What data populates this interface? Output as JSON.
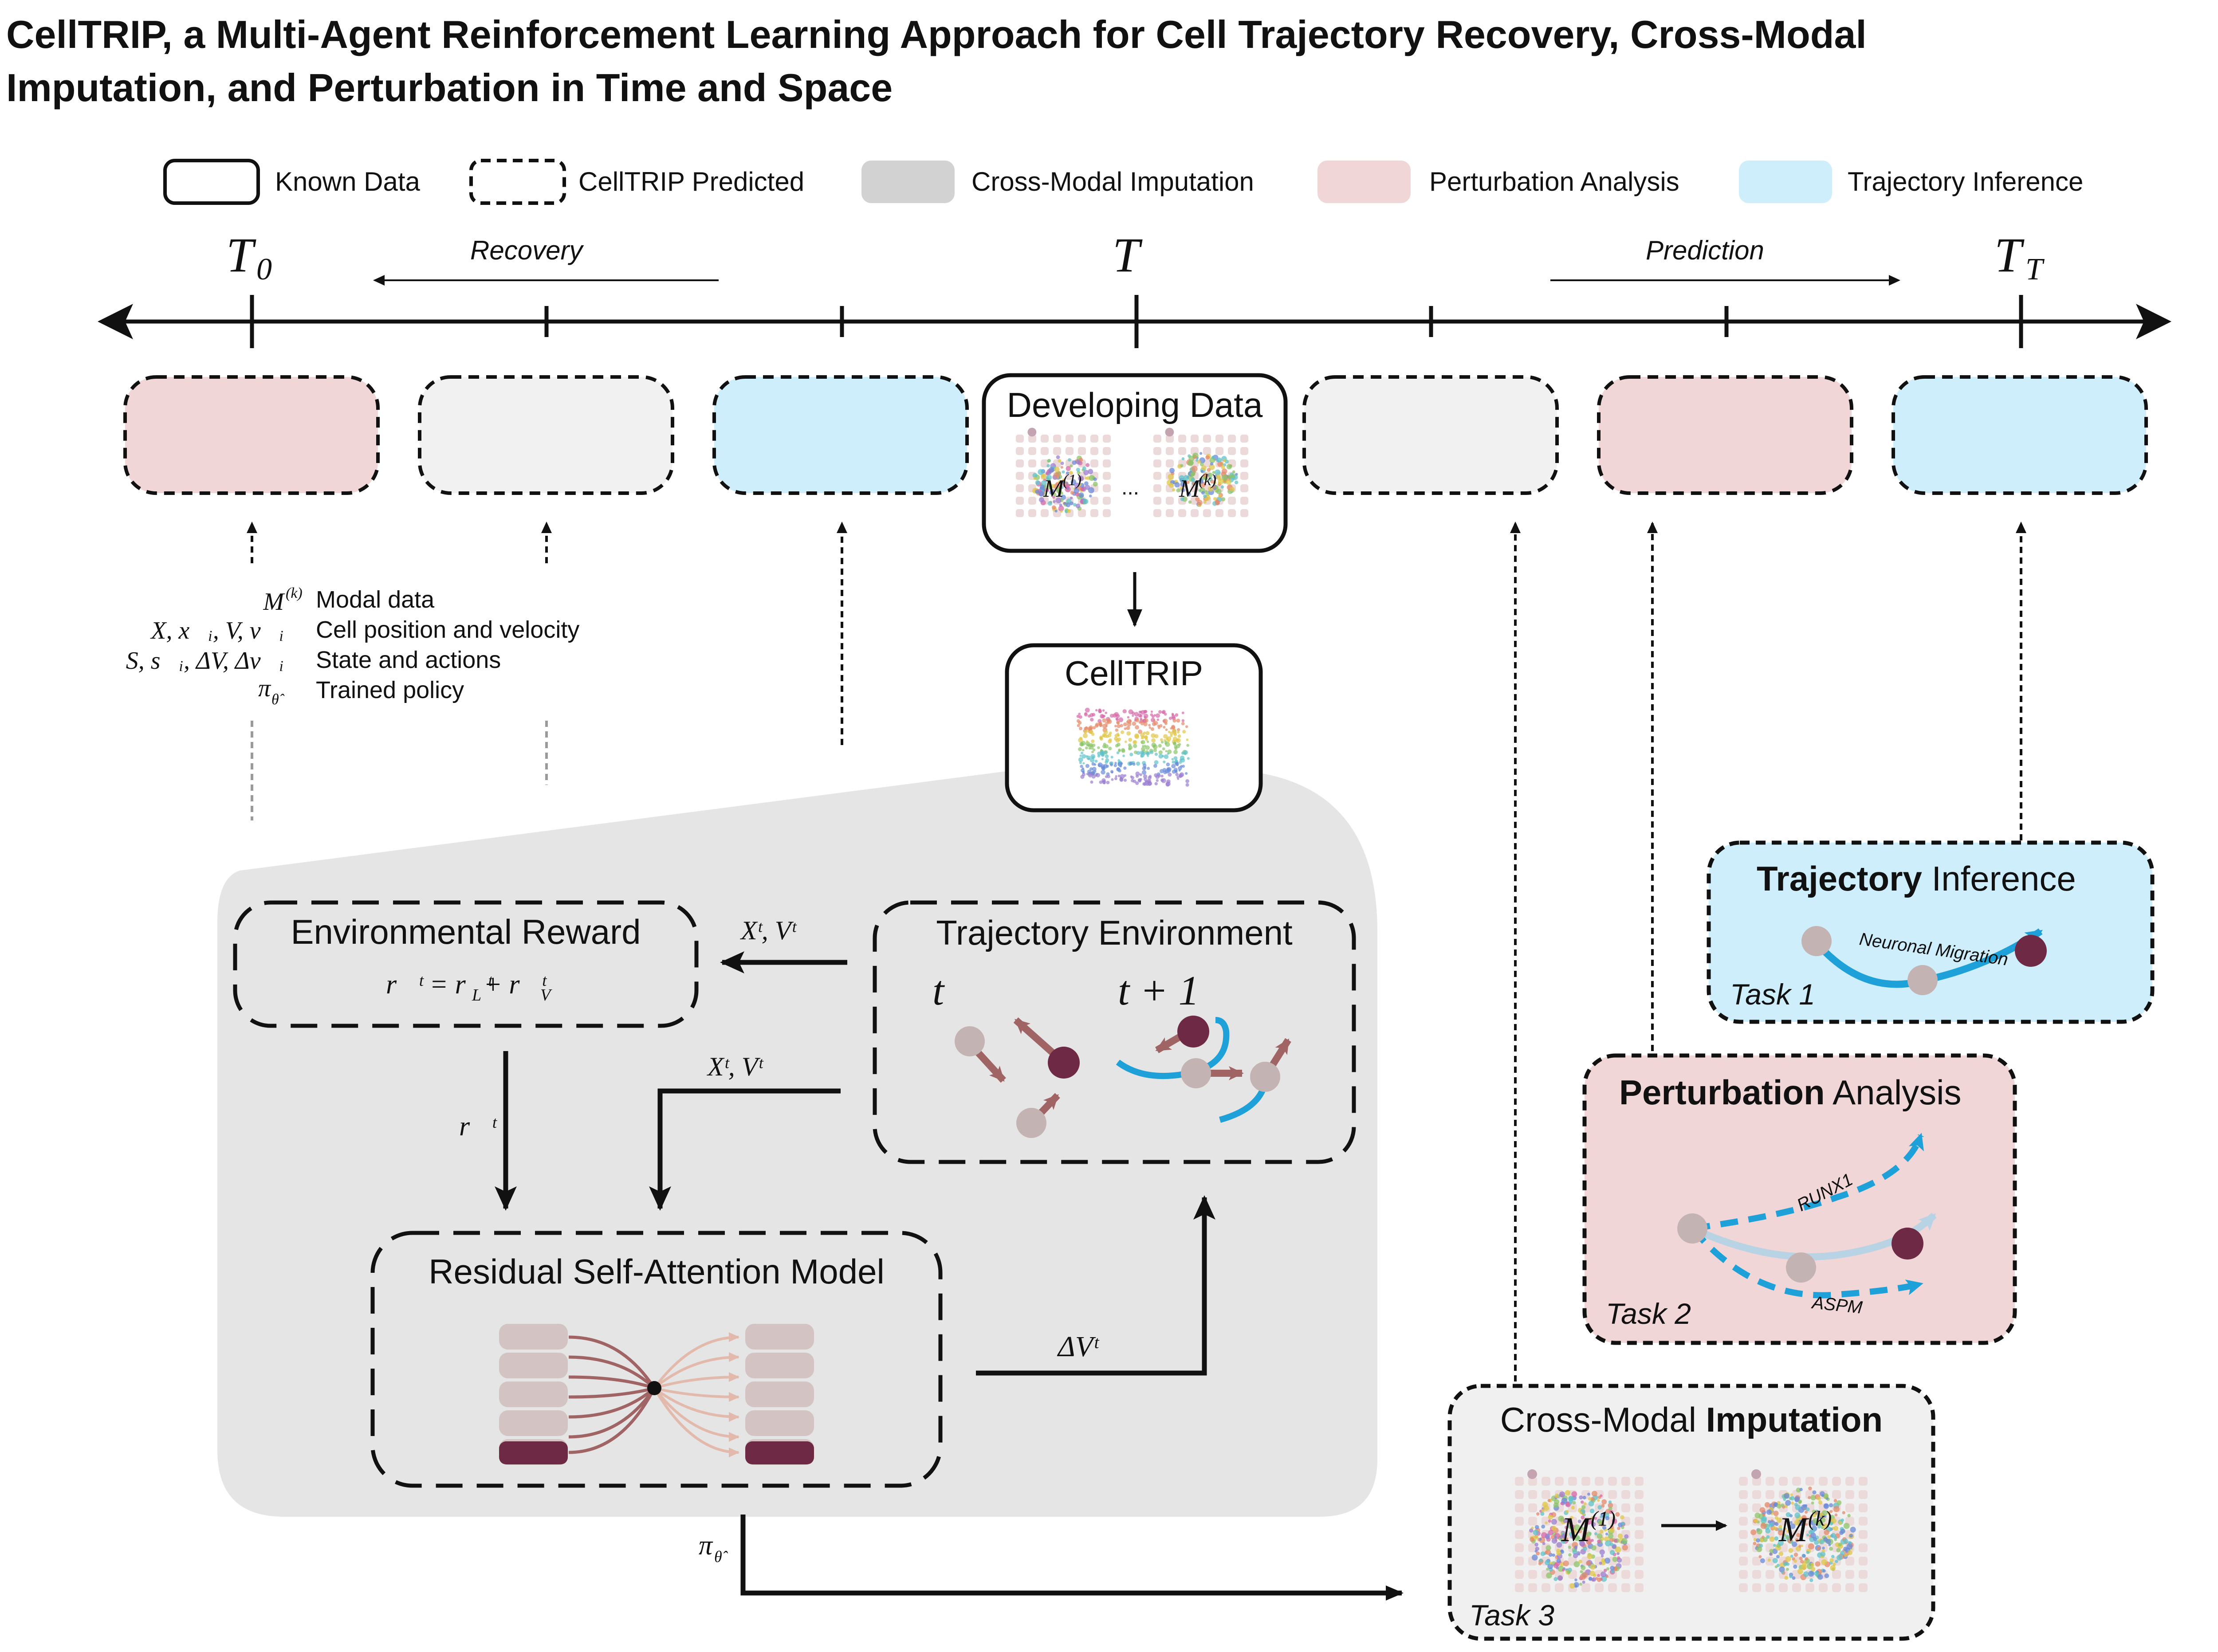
{
  "title_line1": "CellTRIP, a Multi-Agent Reinforcement Learning Approach for Cell Trajectory Recovery, Cross-Modal",
  "title_line2": "Imputation, and Perturbation in Time and Space",
  "legend": {
    "known": "Known Data",
    "predicted": "CellTRIP Predicted",
    "imputation": "Cross-Modal Imputation",
    "perturbation": "Perturbation Analysis",
    "trajectory": "Trajectory Inference"
  },
  "colors": {
    "imputation": "#d3d2d2",
    "perturbation": "#f0d6d6",
    "trajectory": "#cdeefa",
    "predicted_gray": "#f1f1f1",
    "panel_gray": "#e5e5e5",
    "task_gray": "#f0f0f0",
    "cell_light": "#c4b3b3",
    "cell_dark": "#6e2a44",
    "arrow_red": "#a06464",
    "arrow_blue": "#1ea0d8"
  },
  "timeline": {
    "t0": "T",
    "t0_sub": "0",
    "t": "T",
    "tT": "T",
    "tT_sub": "T",
    "recovery": "Recovery",
    "prediction": "Prediction"
  },
  "developing": {
    "title": "Developing Data",
    "m1": "M",
    "m1_sup": "(1)",
    "dots": "...",
    "mk": "M",
    "mk_sup": "(k)"
  },
  "celltrip": {
    "title": "CellTRIP"
  },
  "notation": [
    {
      "symbol": "M",
      "sup": "(k)",
      "desc": "Modal data"
    },
    {
      "symbol": "X, x⃗ᵢ, V, v⃗ᵢ",
      "desc": "Cell position and velocity"
    },
    {
      "symbol": "S, s⃗ᵢ, ΔV, Δv⃗ᵢ",
      "desc": "State and actions"
    },
    {
      "symbol": "π",
      "sub": "θ̂",
      "desc": "Trained policy"
    }
  ],
  "reward": {
    "title": "Environmental Reward",
    "formula": "r⃗ᵗ = r⃗ᵗ",
    "formula_L": "L",
    "formula_plus": " + r⃗ᵗ",
    "formula_V": "V"
  },
  "env": {
    "title": "Trajectory Environment",
    "t": "t",
    "t1": "t + 1"
  },
  "model": {
    "title": "Residual Self-Attention Model"
  },
  "edges": {
    "xv_top": "Xᵗ, Vᵗ",
    "xv_mid": "Xᵗ, Vᵗ",
    "r": "r⃗ᵗ",
    "dv": "ΔVᵗ",
    "pi": "π",
    "pi_sub": "θ̂"
  },
  "task1": {
    "title_bold": "Trajectory",
    "title_rest": " Inference",
    "curve_label": "Neuronal Migration",
    "label": "Task 1"
  },
  "task2": {
    "title_bold": "Perturbation",
    "title_rest": " Analysis",
    "gene1": "RUNX1",
    "gene2": "ASPM",
    "label": "Task 2"
  },
  "task3": {
    "title_rest": "Cross-Modal ",
    "title_bold": "Imputation",
    "m1": "M",
    "m1_sup": "(1)",
    "mk": "M",
    "mk_sup": "(k)",
    "label": "Task 3"
  }
}
